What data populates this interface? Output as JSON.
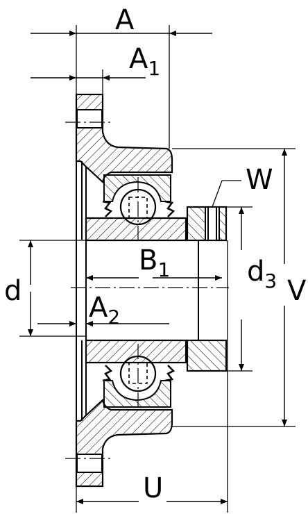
{
  "labels": {
    "A": "A",
    "A1": {
      "base": "A",
      "sub": "1"
    },
    "A2": {
      "base": "A",
      "sub": "2"
    },
    "B1": {
      "base": "B",
      "sub": "1"
    },
    "d": "d",
    "d3": {
      "base": "d",
      "sub": "3"
    },
    "V": "V",
    "W": "W",
    "U": "U"
  },
  "colors": {
    "ink": "#000000",
    "paper": "#ffffff"
  }
}
